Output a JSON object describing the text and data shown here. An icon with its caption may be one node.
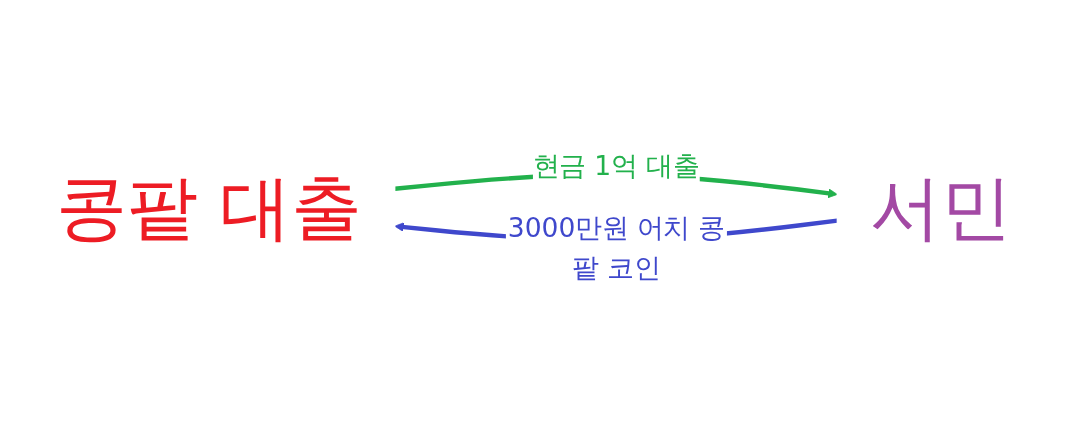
{
  "diagram": {
    "nodes": [
      {
        "text": [
          "콩팥 대출"
        ]
      },
      {
        "text": [
          "서민"
        ]
      }
    ],
    "edges": [
      {
        "from": 1,
        "to": 0,
        "arrow": "to",
        "label": "3000만원 어치 콩팥 코인",
        "color": "#3f48cc"
      },
      {
        "from": 0,
        "to": 1,
        "arrow": "to",
        "label": "현금 1억 대출",
        "color": "#22b14c"
      }
    ]
  }
}
